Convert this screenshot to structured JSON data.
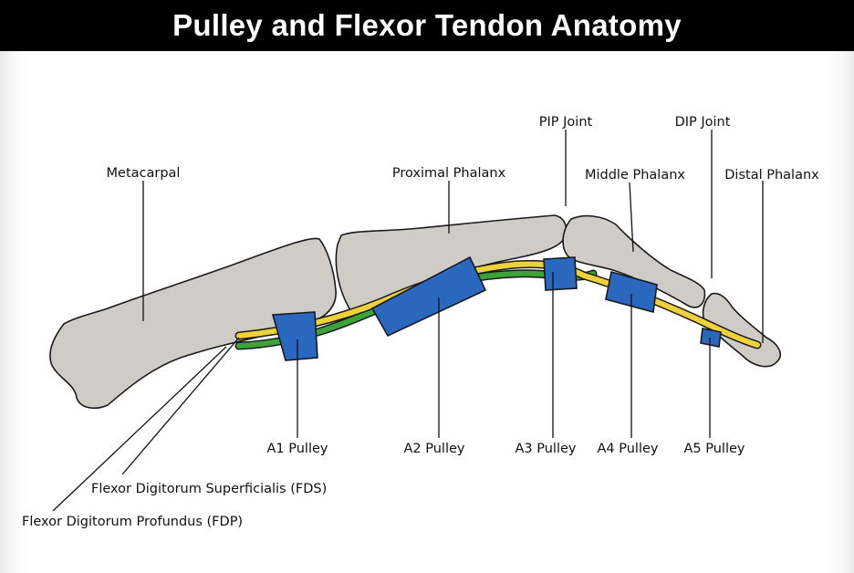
{
  "title": "Pulley and Flexor Tendon Anatomy",
  "labels": {
    "metacarpal": "Metacarpal",
    "proximal_phalanx": "Proximal Phalanx",
    "pip_joint": "PIP Joint",
    "middle_phalanx": "Middle Phalanx",
    "dip_joint": "DIP Joint",
    "distal_phalanx": "Distal Phalanx",
    "a1": "A1 Pulley",
    "a2": "A2 Pulley",
    "a3": "A3 Pulley",
    "a4": "A4 Pulley",
    "a5": "A5 Pulley",
    "fds": "Flexor Digitorum Superficialis (FDS)",
    "fdp": "Flexor Digitorum Profundus (FDP)"
  },
  "colors": {
    "bone": "#cfccc8",
    "outline": "#1a1a1a",
    "pulley": "#2a67bf",
    "fds_tendon": "#efd23a",
    "fdp_tendon": "#3ba338",
    "header_bg": "#000000",
    "header_text": "#ffffff"
  }
}
